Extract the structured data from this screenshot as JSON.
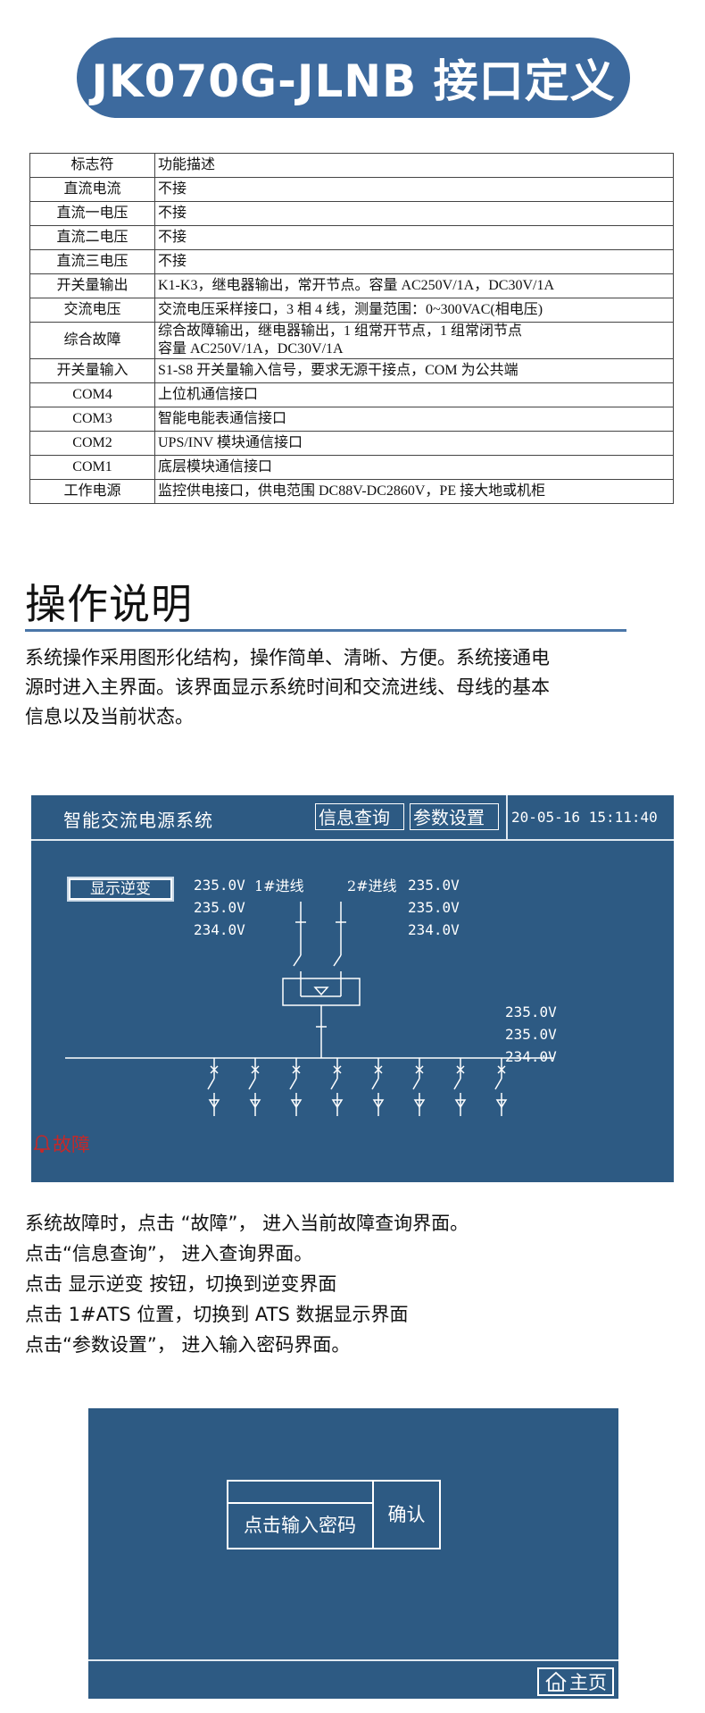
{
  "title": "JK070G-JLNB 接口定义",
  "interface_table": {
    "rows": [
      {
        "key": "标志符",
        "value": "功能描述"
      },
      {
        "key": "直流电流",
        "value": "不接"
      },
      {
        "key": "直流一电压",
        "value": "不接"
      },
      {
        "key": "直流二电压",
        "value": "不接"
      },
      {
        "key": "直流三电压",
        "value": "不接"
      },
      {
        "key": "开关量输出",
        "value": "K1-K3，继电器输出，常开节点。容量 AC250V/1A，DC30V/1A"
      },
      {
        "key": "交流电压",
        "value": "交流电压采样接口，3 相 4 线，测量范围：0~300VAC(相电压)"
      },
      {
        "key": "综合故障",
        "value": "综合故障输出，继电器输出，1 组常开节点，1 组常闭节点",
        "value2": "容量 AC250V/1A，DC30V/1A"
      },
      {
        "key": "开关量输入",
        "value": "S1-S8 开关量输入信号，要求无源干接点，COM 为公共端"
      },
      {
        "key": "COM4",
        "value": "上位机通信接口"
      },
      {
        "key": "COM3",
        "value": "智能电能表通信接口"
      },
      {
        "key": "COM2",
        "value": "UPS/INV 模块通信接口"
      },
      {
        "key": "COM1",
        "value": "底层模块通信接口"
      },
      {
        "key": "工作电源",
        "value": "监控供电接口，供电范围 DC88V-DC2860V，PE 接大地或机柜"
      }
    ]
  },
  "operation": {
    "heading": "操作说明",
    "intro": [
      "系统操作采用图形化结构，操作简单、清晰、方便。系统接通电",
      "源时进入主界面。该界面显示系统时间和交流进线、母线的基本",
      "信息以及当前状态。"
    ],
    "instructions": [
      "系统故障时，点击 “故障”， 进入当前故障查询界面。",
      "点击“信息查询”， 进入查询界面。",
      "点击 显示逆变 按钮，切换到逆变界面",
      "点击 1#ATS 位置，切换到 ATS 数据显示界面",
      "点击“参数设置”， 进入输入密码界面。"
    ]
  },
  "main_screen": {
    "system_name": "智能交流电源系统",
    "info_query": "信息查询",
    "param_settings": "参数设置",
    "datetime": "20-05-16  15:11:40",
    "show_inverter": "显示逆变",
    "feeder1_label": "1#进线",
    "feeder2_label": "2#进线",
    "feeder1_voltages": [
      "235.0V",
      "235.0V",
      "234.0V"
    ],
    "feeder2_voltages": [
      "235.0V",
      "235.0V",
      "234.0V"
    ],
    "bus_voltages": [
      "235.0V",
      "235.0V",
      "234.0V"
    ],
    "fault_label": "故障",
    "branch_count": 8,
    "colors": {
      "screen_bg": "#2d5a83",
      "alarm": "#c62828",
      "title_pill": "#3d6a9e"
    }
  },
  "password_screen": {
    "input_placeholder": "点击输入密码",
    "confirm": "确认",
    "home": "主页"
  },
  "icons": [
    "bell-icon",
    "home-icon"
  ]
}
